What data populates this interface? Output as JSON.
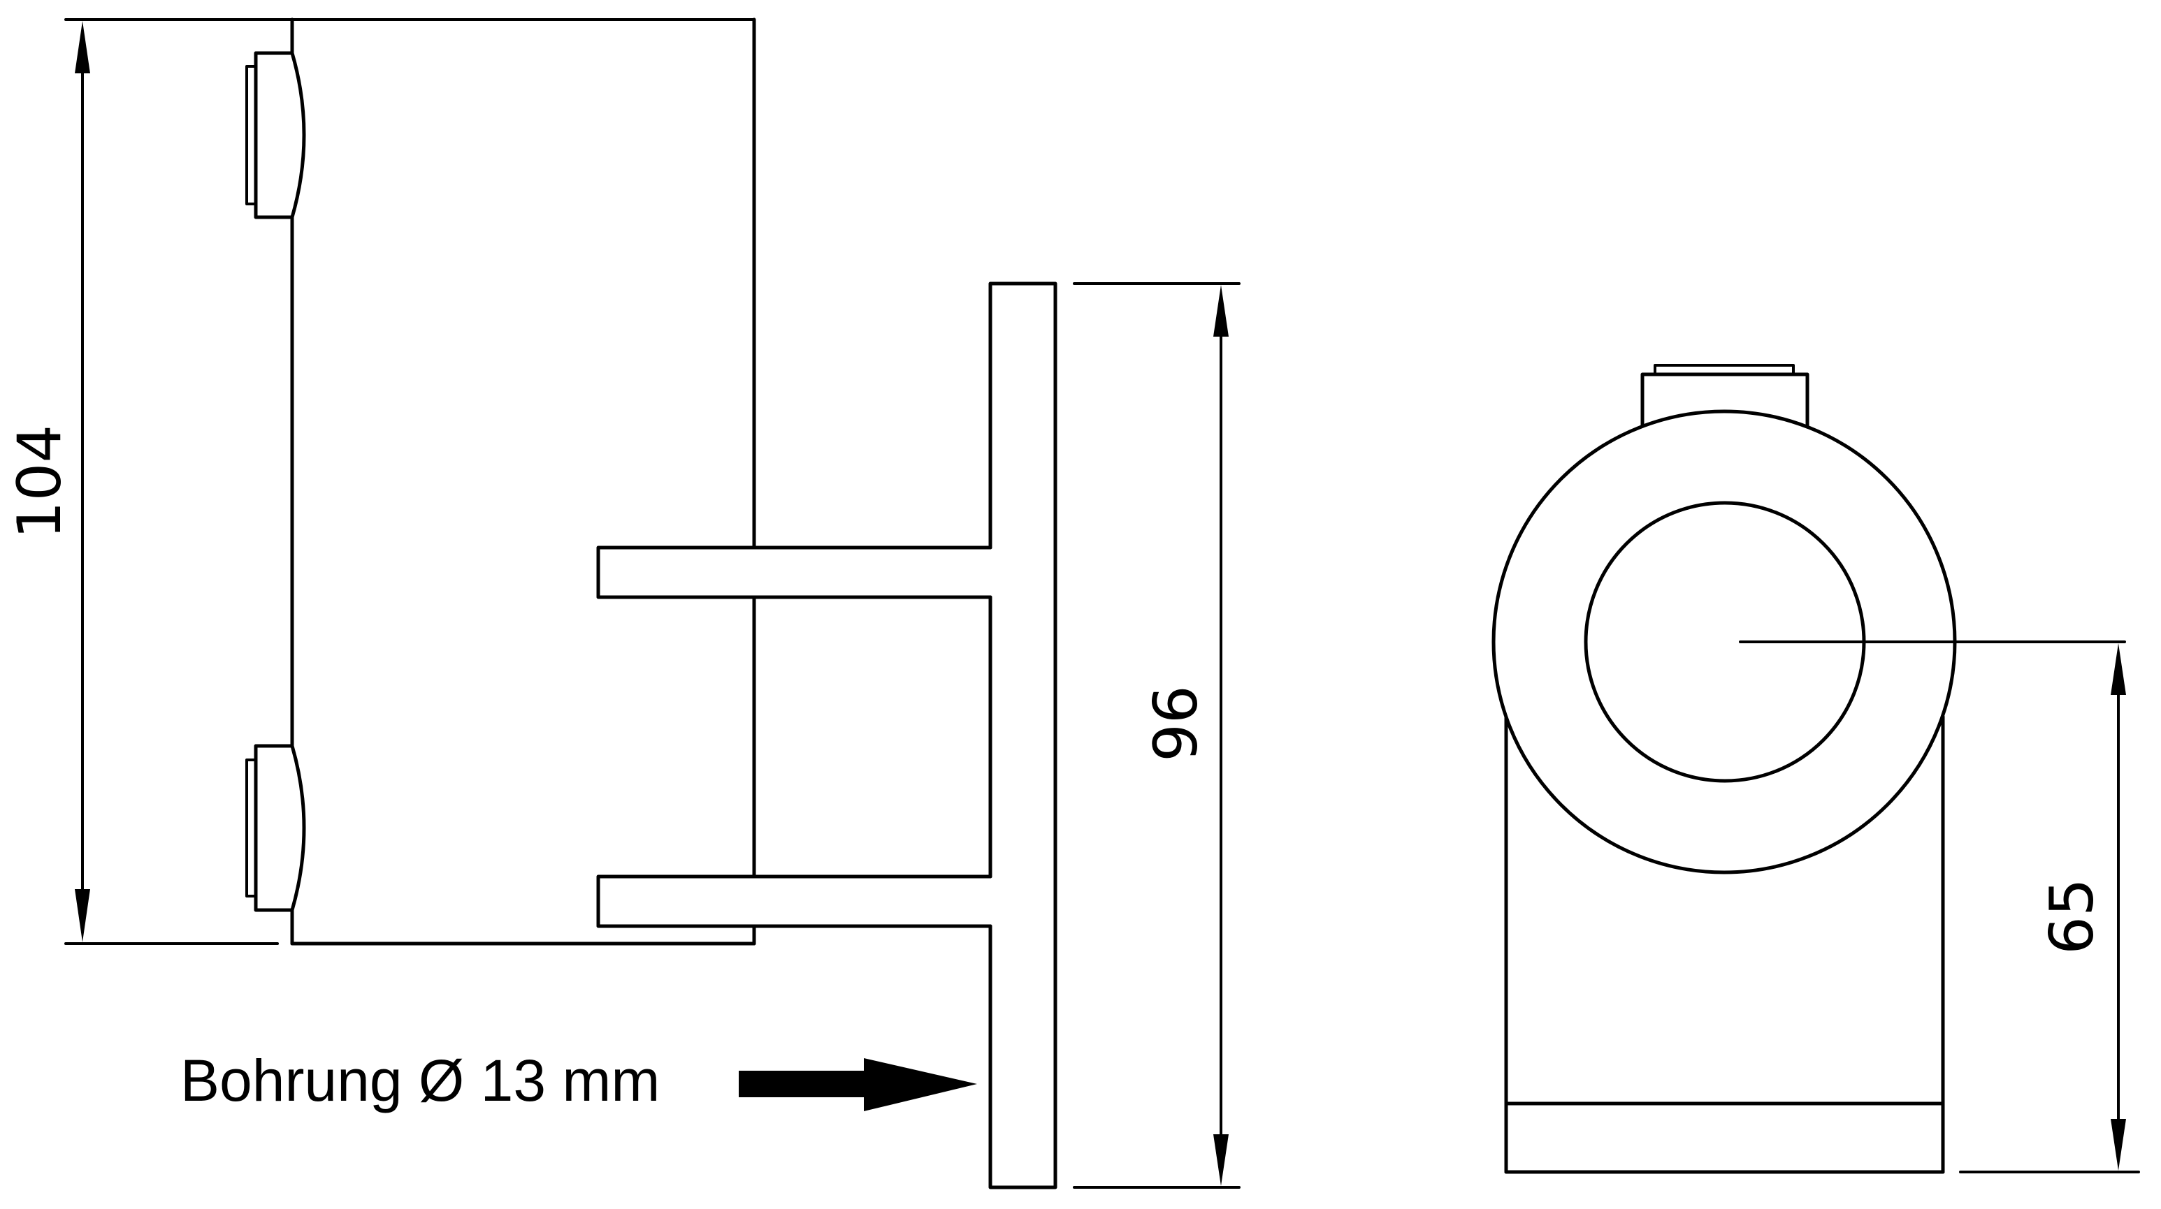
{
  "drawing": {
    "title": "Technical drawing – wall flange / railing bracket",
    "line_color": "#000000",
    "background": "#ffffff"
  },
  "dimensions": {
    "total_height": {
      "value": "104",
      "orientation": "vertical",
      "view": "side-view-left"
    },
    "flange_height": {
      "value": "96",
      "orientation": "vertical",
      "view": "side-view-left"
    },
    "center_height": {
      "value": "65",
      "orientation": "vertical",
      "view": "front-view-right"
    }
  },
  "annotations": {
    "bore_note": "Bohrung Ø 13 mm"
  }
}
